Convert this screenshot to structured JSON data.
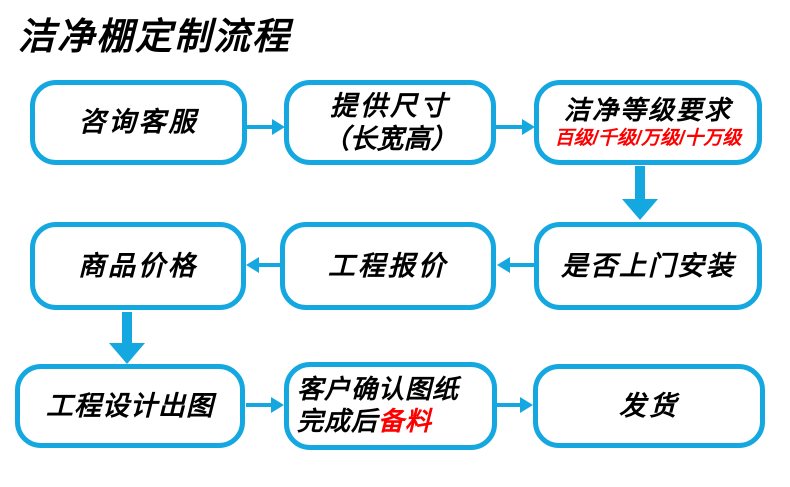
{
  "title": "洁净棚定制流程",
  "colors": {
    "accent": "#15a8e0",
    "highlight": "#fe0000",
    "text": "#000000",
    "background": "#ffffff"
  },
  "flow": {
    "step1": {
      "label": "咨询客服"
    },
    "step2": {
      "line1": "提供尺寸",
      "line2": "（长宽高）"
    },
    "step3": {
      "line1": "洁净等级要求",
      "line2": "百级/千级/万级/十万级"
    },
    "step4": {
      "label": "是否上门安装"
    },
    "step5": {
      "label": "工程报价"
    },
    "step6": {
      "label": "商品价格"
    },
    "step7": {
      "label": "工程设计出图"
    },
    "step8": {
      "line1": "客户确认图纸",
      "line2_black": "完成后",
      "line2_red": "备料"
    },
    "step9": {
      "label": "发货"
    }
  }
}
